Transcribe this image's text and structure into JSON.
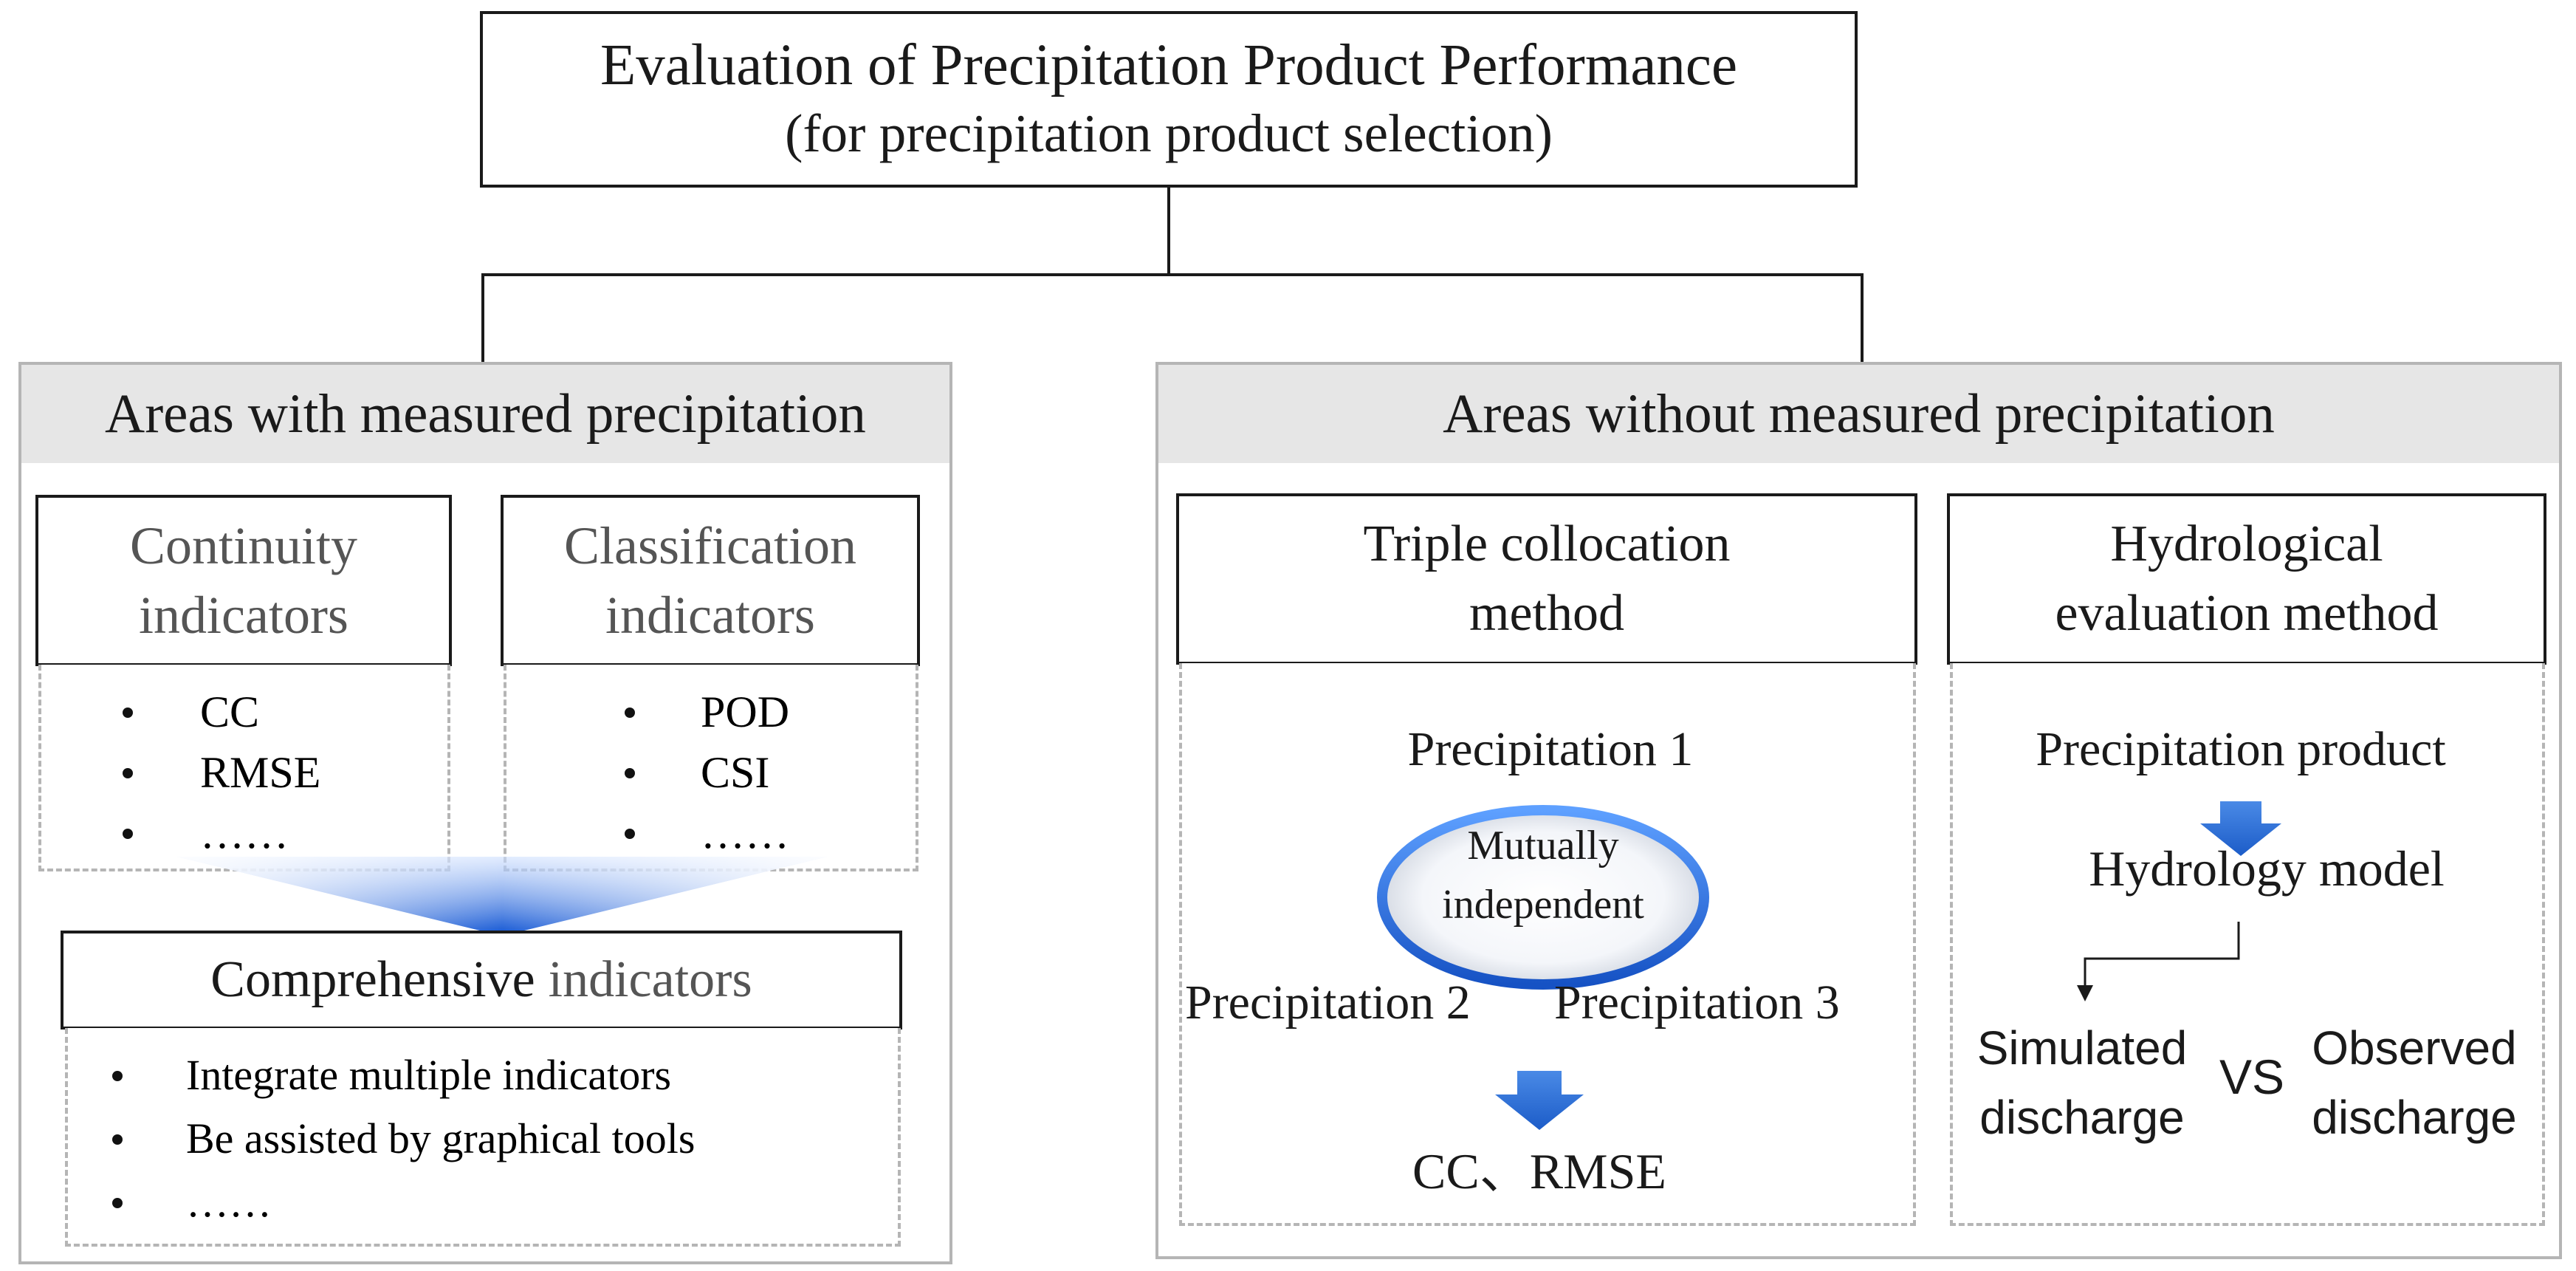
{
  "top": {
    "title": "Evaluation of Precipitation Product Performance",
    "subtitle": "(for precipitation product selection)"
  },
  "left": {
    "heading": "Areas with measured precipitation",
    "continuity": {
      "label_line1": "Continuity",
      "label_line2": "indicators",
      "items": [
        "CC",
        "RMSE",
        "……"
      ]
    },
    "classification": {
      "label_line1": "Classification",
      "label_line2": "indicators",
      "items": [
        "POD",
        "CSI",
        "……"
      ]
    },
    "comprehensive": {
      "label_word1": "Comprehensive",
      "label_word2": "indicators",
      "items": [
        "Integrate multiple indicators",
        "Be assisted by graphical tools",
        "……"
      ]
    }
  },
  "right": {
    "heading": "Areas without measured precipitation",
    "triple": {
      "label_line1": "Triple collocation",
      "label_line2": "method",
      "p1": "Precipitation 1",
      "ellipse_line1": "Mutually",
      "ellipse_line2": "independent",
      "p2": "Precipitation 2",
      "p3": "Precipitation 3",
      "result": "CC、RMSE"
    },
    "hydro": {
      "label_line1": "Hydrological",
      "label_line2": "evaluation method",
      "product": "Precipitation product",
      "model": "Hydrology model",
      "simulated_line1": "Simulated",
      "simulated_line2": "discharge",
      "vs": "VS",
      "observed_line1": "Observed",
      "observed_line2": "discharge"
    }
  },
  "colors": {
    "arrow_blue": "#2f6fd1",
    "panel_gray": "#e6e6e6",
    "border_gray": "#b5b5b5"
  }
}
